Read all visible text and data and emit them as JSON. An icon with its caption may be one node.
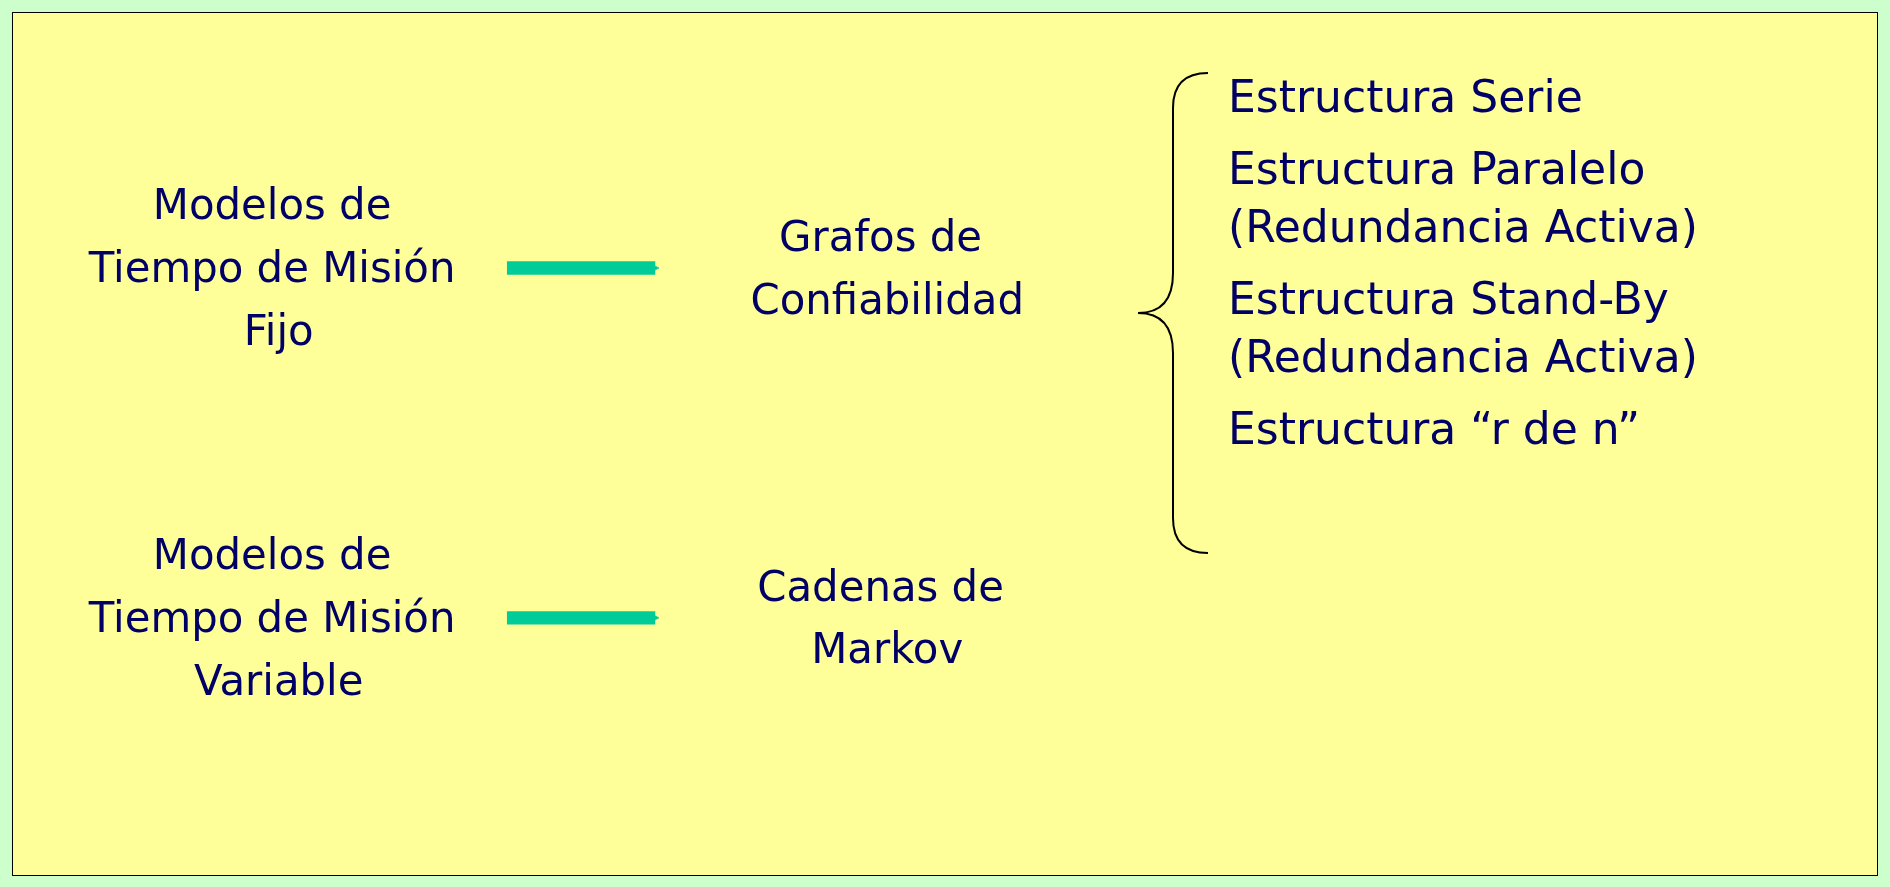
{
  "diagram": {
    "nodes": [
      {
        "text": [
          "Modelos de Tiempo de Misión Fijo"
        ]
      },
      {
        "text": [
          "Grafos de Confiabilidad"
        ]
      },
      {
        "text": [
          "Modelos de Tiempo de Misión Variable"
        ]
      },
      {
        "text": [
          "Cadenas de Markov"
        ]
      }
    ],
    "edges": [
      {
        "from": 0,
        "to": 1,
        "arrow": "to"
      },
      {
        "from": 2,
        "to": 3,
        "arrow": "to"
      }
    ],
    "labels": [
      "Estructura Serie",
      "Estructura Paralelo (Redundancia Activa)",
      "Estructura Stand-By (Redundancia Activa)",
      "Estructura “r de n”"
    ]
  }
}
